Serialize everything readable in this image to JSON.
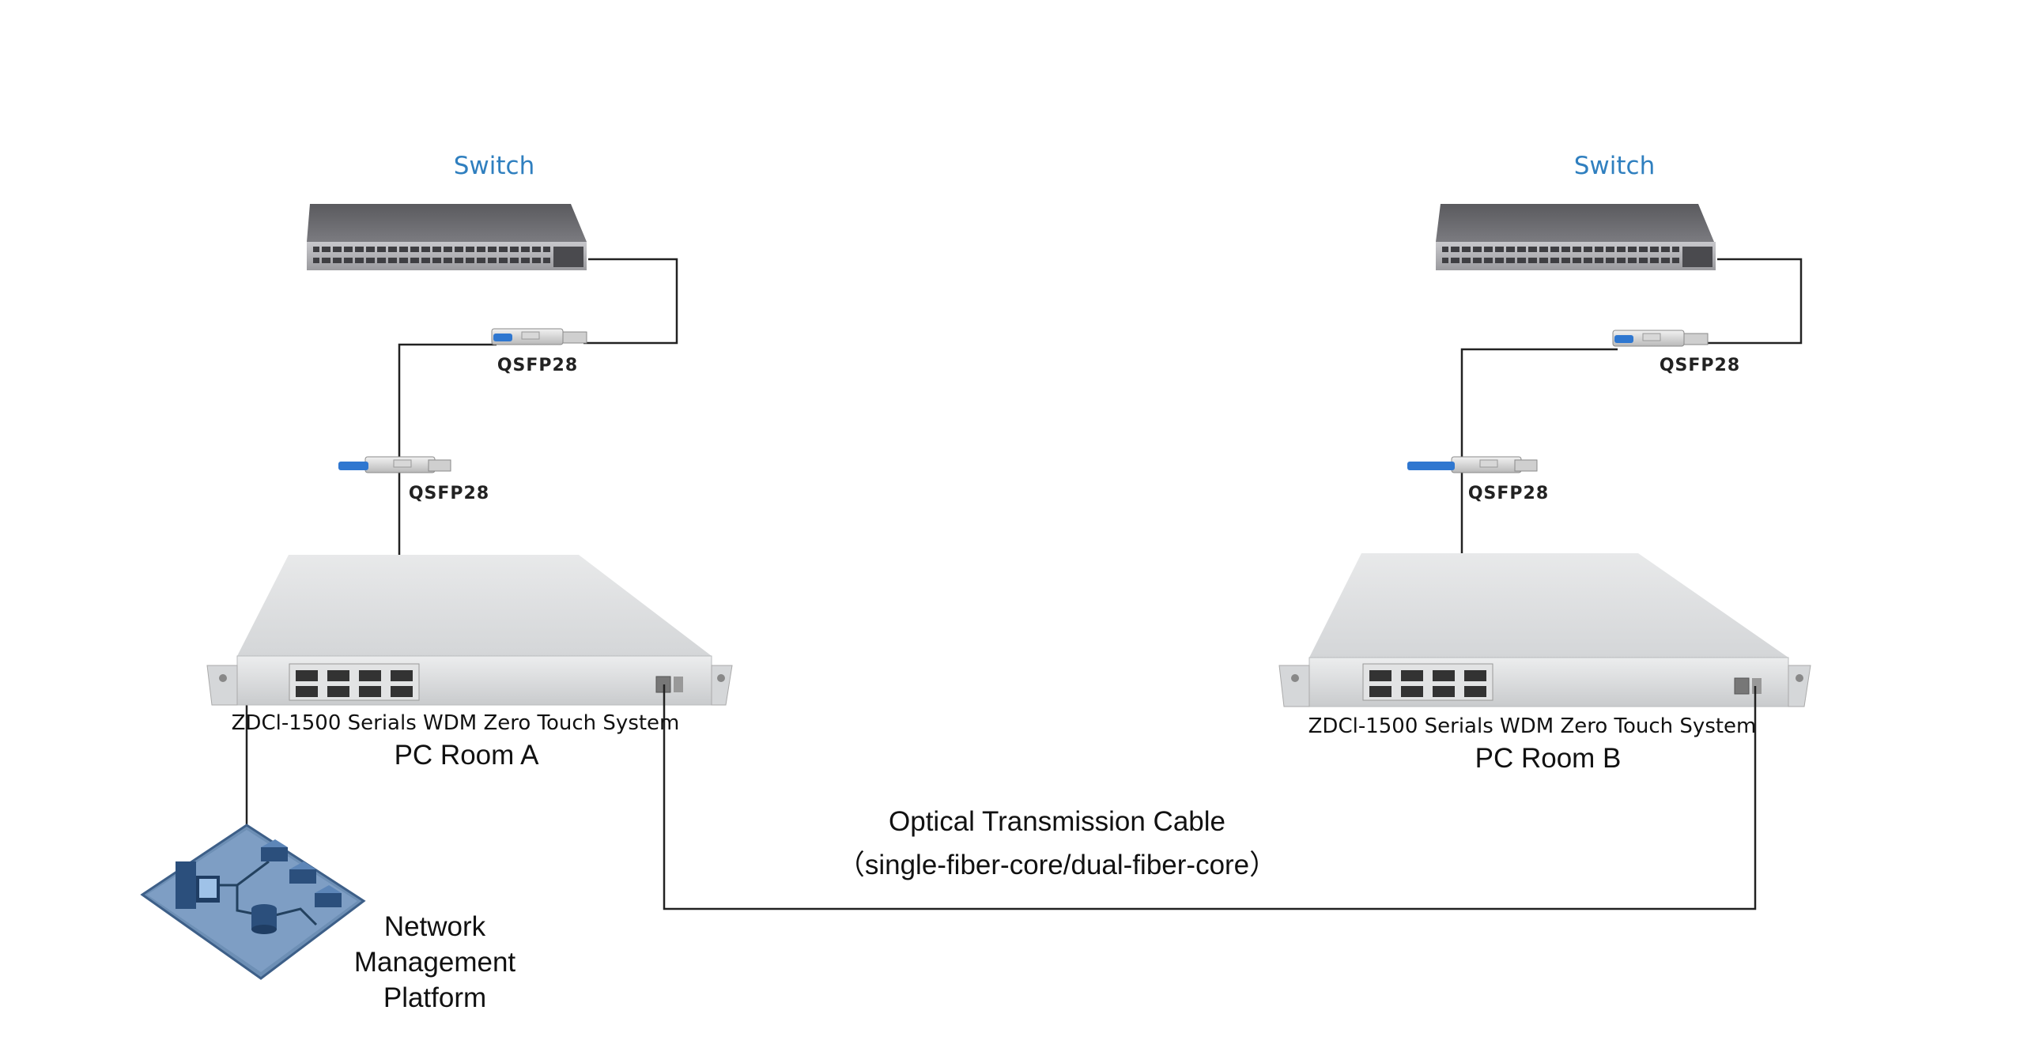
{
  "sites": [
    {
      "switch_label": "Switch",
      "qsfp_top_label": "QSFP28",
      "qsfp_bottom_label": "QSFP28",
      "device_label": "ZDCl-1500 Serials WDM Zero Touch System",
      "room_label": "PC Room A"
    },
    {
      "switch_label": "Switch",
      "qsfp_top_label": "QSFP28",
      "qsfp_bottom_label": "QSFP28",
      "device_label": "ZDCl-1500 Serials WDM Zero Touch System",
      "room_label": "PC Room B"
    }
  ],
  "cable": {
    "title": "Optical Transmission Cable",
    "subtitle": "（single-fiber-core/dual-fiber-core）"
  },
  "platform": {
    "line1": "Network",
    "line2": "Management",
    "line3": "Platform"
  },
  "colors": {
    "switch_label": "#2f7fbf",
    "platform_blue": "#6d8fb5",
    "line": "#222222"
  }
}
